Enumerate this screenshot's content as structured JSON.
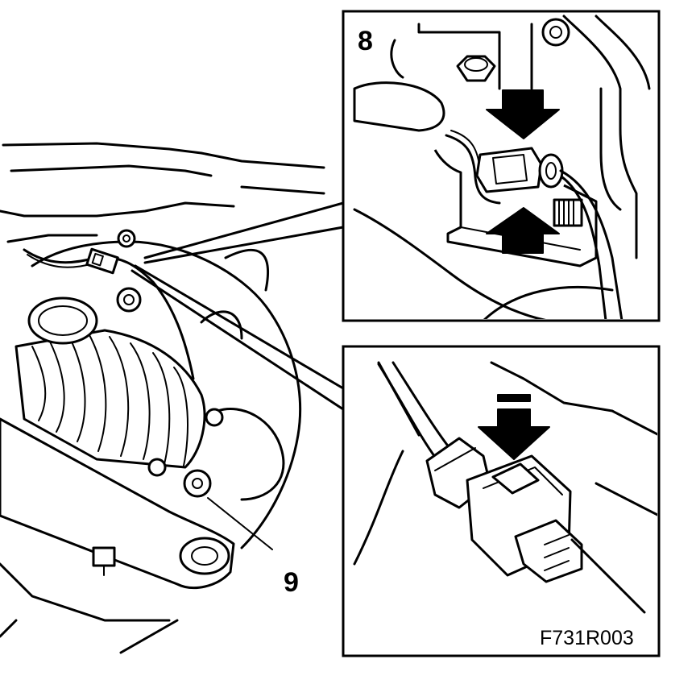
{
  "labels": {
    "callout_8": "8",
    "callout_9": "9",
    "figure_code": "F731R003"
  },
  "colors": {
    "ink": "#000000",
    "paper": "#ffffff"
  }
}
